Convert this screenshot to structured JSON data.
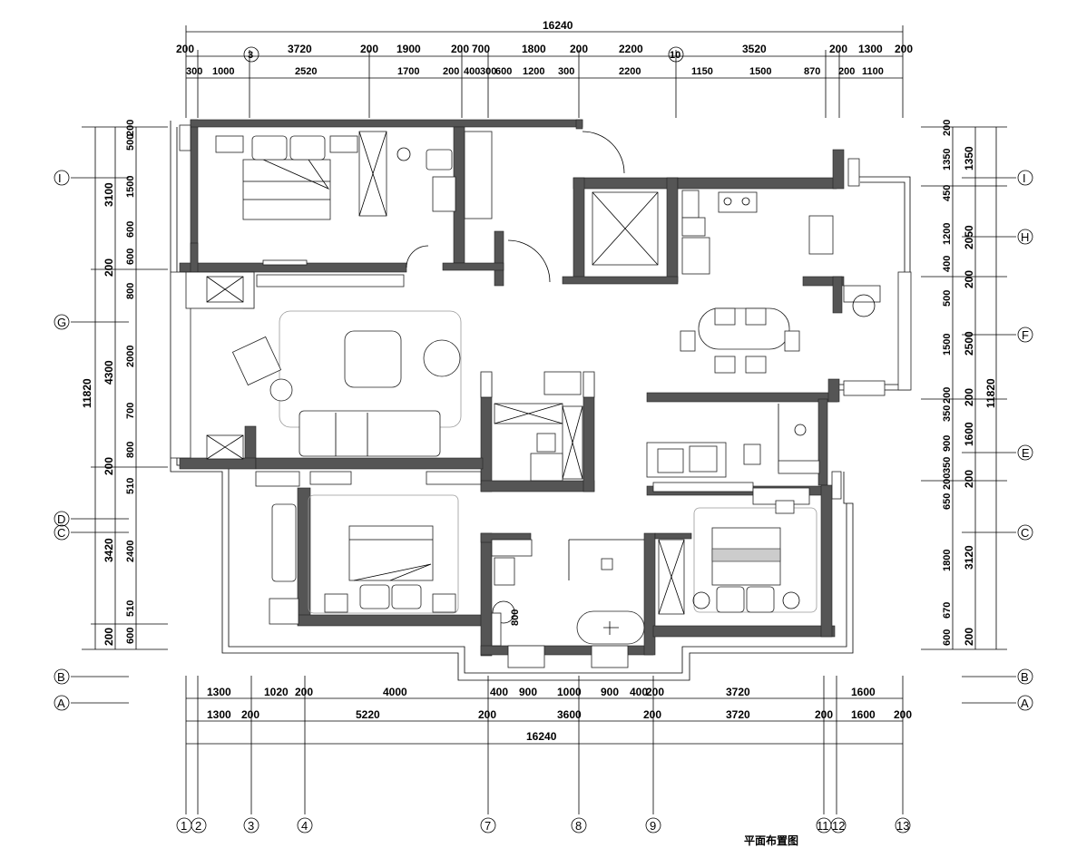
{
  "title": "平面布置图",
  "dims": {
    "top_total": "16240",
    "top_row1": [
      "200",
      "3720",
      "200",
      "1900",
      "200",
      "700",
      "1800",
      "200",
      "2200",
      "3520",
      "200",
      "1300",
      "200"
    ],
    "top_row2": [
      "300",
      "1000",
      "2520",
      "1700",
      "200",
      "400",
      "300",
      "600",
      "1200",
      "300",
      "2200",
      "1150",
      "1500",
      "870",
      "200",
      "1100"
    ],
    "bottom_row1": [
      "1300",
      "1020",
      "200",
      "4000",
      "400",
      "900",
      "1000",
      "900",
      "400",
      "200",
      "3720",
      "1600"
    ],
    "bottom_row2": [
      "1300",
      "200",
      "5220",
      "200",
      "3600",
      "200",
      "3720",
      "200",
      "1600",
      "200"
    ],
    "bottom_total": "16240",
    "left_total": "11820",
    "left_mid": [
      "3100",
      "200",
      "4300",
      "200",
      "3420",
      "200"
    ],
    "left_inner": [
      "200",
      "500",
      "1500",
      "600",
      "600",
      "800",
      "2000",
      "700",
      "800",
      "510",
      "2400",
      "510",
      "600"
    ],
    "right_total": "11820",
    "right_mid": [
      "1350",
      "2050",
      "200",
      "2500",
      "200",
      "1600",
      "200",
      "3120",
      "200"
    ],
    "right_inner": [
      "200",
      "1350",
      "450",
      "1200",
      "400",
      "500",
      "1500",
      "200",
      "350",
      "900",
      "350",
      "200",
      "650",
      "1800",
      "670",
      "600"
    ],
    "annotation": "800"
  },
  "grid_columns": [
    "1",
    "2",
    "3",
    "4",
    "7",
    "8",
    "9",
    "11",
    "12",
    "13"
  ],
  "grid_rows_left": [
    "I",
    "G",
    "D",
    "C",
    "B",
    "A"
  ],
  "grid_rows_right": [
    "I",
    "H",
    "F",
    "E",
    "C",
    "B",
    "A"
  ]
}
